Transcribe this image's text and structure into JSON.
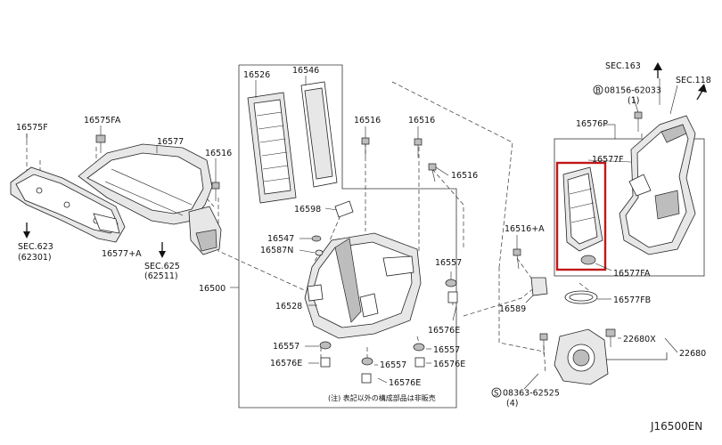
{
  "diagram": {
    "code": "J16500EN",
    "note": "(注) 表記以外の構成部品は非販売",
    "labels": {
      "p16575F": "16575F",
      "p16575FA": "16575FA",
      "p16577": "16577",
      "p16577A": "16577+A",
      "p16516_a": "16516",
      "p16516_b": "16516",
      "p16516_c": "16516",
      "p16516_d": "16516",
      "p16516A": "16516+A",
      "p16526": "16526",
      "p16546": "16546",
      "p16598": "16598",
      "p16547": "16547",
      "p16587N": "16587N",
      "p16500": "16500",
      "p16528": "16528",
      "p16557_a": "16557",
      "p16557_b": "16557",
      "p16557_c": "16557",
      "p16557_d": "16557",
      "p16576E_a": "16576E",
      "p16576E_b": "16576E",
      "p16576E_c": "16576E",
      "p16576E_d": "16576E",
      "p16589": "16589",
      "p16576P": "16576P",
      "p16577F": "16577F",
      "p16577FA": "16577FA",
      "p16577FB": "16577FB",
      "p22680X": "22680X",
      "p22680": "22680",
      "sec623": "SEC.623",
      "sec623sub": "(62301)",
      "sec625": "SEC.625",
      "sec625sub": "(62511)",
      "sec163": "SEC.163",
      "sec118": "SEC.118",
      "bolt08156": "08156-62033",
      "bolt08156qty": "(1)",
      "bolt08363": "08363-62525",
      "bolt08363qty": "(4)",
      "circB": "B",
      "circS": "S"
    },
    "highlight_color": "#c01818"
  }
}
